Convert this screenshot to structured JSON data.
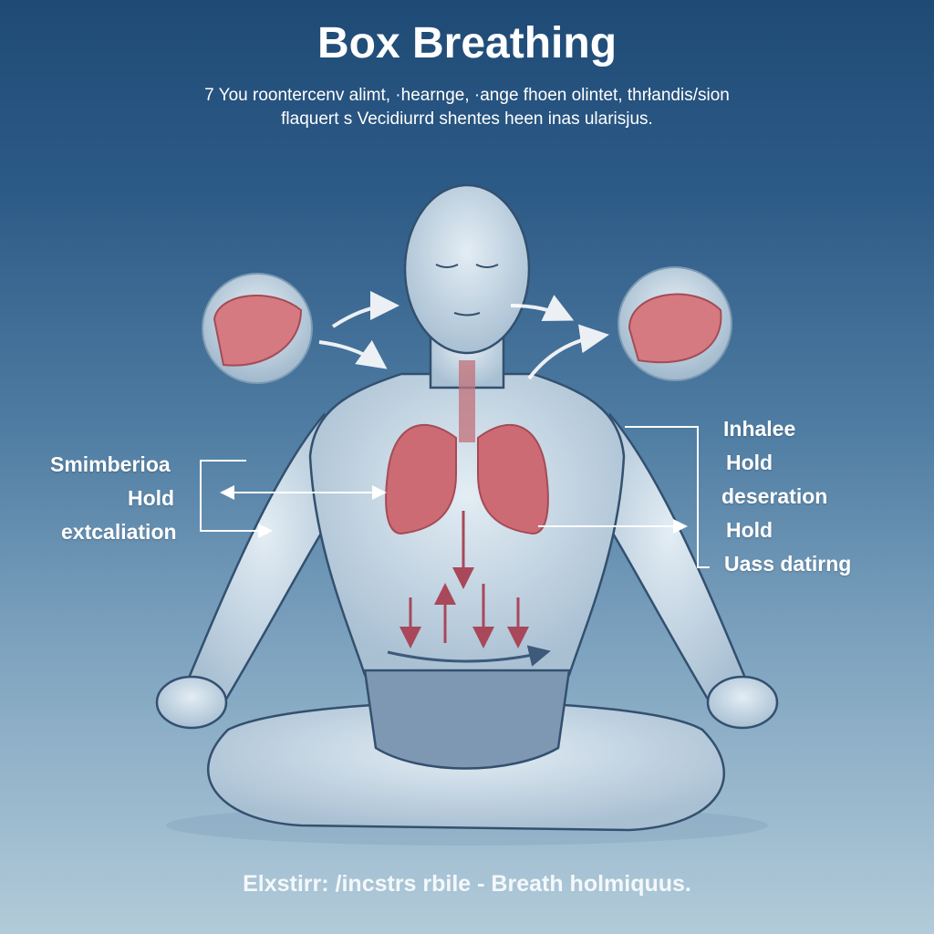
{
  "title": "Box Breathing",
  "subtitle": [
    "7 You roontercenv alimt, ·hearnge, ·ange fhoen olintet, thrłandis/sion",
    "flaquert s Vecidiurrd shentes heen inas ularisjus."
  ],
  "left_labels": [
    "Smimberioa",
    "Hold",
    "extcaliation"
  ],
  "right_labels": [
    "Inhalee",
    "Hold",
    "deseration",
    "Hold",
    "Uass datirng"
  ],
  "caption": "Elxstirr: /incstrs rbile - Breath holmiquus.",
  "colors": {
    "background_top": "#1f4a76",
    "background_bottom": "#b2cbd9",
    "body": "#c9d9e6",
    "lung": "#c9646c",
    "arrow": "#a8485a"
  }
}
